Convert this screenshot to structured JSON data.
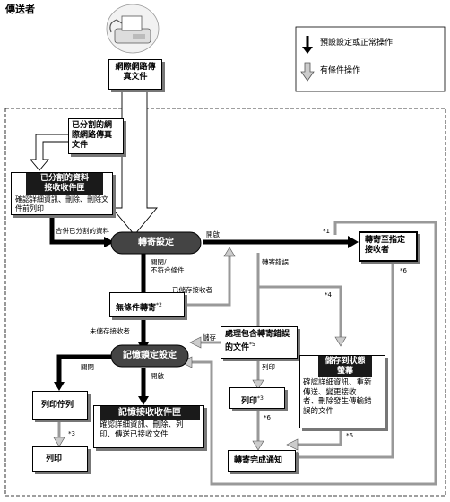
{
  "header": {
    "title": "傳送者"
  },
  "legend": {
    "preset_label": "預設設定或正常操作",
    "conditional_label": "有條件操作"
  },
  "nodes": {
    "internet_fax_doc": [
      "網際網路傳",
      "真文件"
    ],
    "split_doc": [
      "已分割的網",
      "際網路傳真",
      "文件"
    ],
    "split_inbox": {
      "title": [
        "已分割的資料",
        "接收收件匣"
      ],
      "desc": [
        "確認詳細資訊、刪除、刪除文",
        "件前列印"
      ]
    },
    "forwarding_settings": "轉寄設定",
    "forward_to_recipient": [
      "轉寄至指定",
      "接收者"
    ],
    "unconditional_forwarding": "無條件轉寄",
    "unconditional_mark": "*2",
    "memory_lock": "記憶鎖定設定",
    "process_error_doc": [
      "處理包含轉寄錯誤",
      "的文件"
    ],
    "process_error_mark": "*5",
    "status_monitor": {
      "title": [
        "儲存到狀態",
        "螢幕"
      ],
      "desc": [
        "確認詳細資訊、重新",
        "傳送、變更接收",
        "者、刪除發生傳輸錯",
        "誤的文件"
      ]
    },
    "print_queue": "列印佇列",
    "print_bottom": "列印",
    "print_mid": "列印",
    "print_mid_mark": "*3",
    "memory_inbox": {
      "title": "記憶接收收件匣",
      "desc": [
        "確認詳細資訊、刪除、列",
        "印、傳送已接收文件"
      ]
    },
    "forward_complete": "轉寄完成通知"
  },
  "labels": {
    "merge_split": "合併已分割的資料",
    "enabled_1": "開啟",
    "disabled_no_match": [
      "關閉/",
      "不符合條件"
    ],
    "stored_recipient": "已儲存接收者",
    "not_stored_recipient": "未儲存接收者",
    "forward_error": "轉寄錯誤",
    "store": "儲存",
    "print_label": "列印",
    "disabled_2": "關閉",
    "enabled_2": "開啟",
    "fn1": "*1",
    "fn4": "*4",
    "fn6a": "*6",
    "fn6b": "*6",
    "fn6c": "*6",
    "fn3": "*3"
  }
}
